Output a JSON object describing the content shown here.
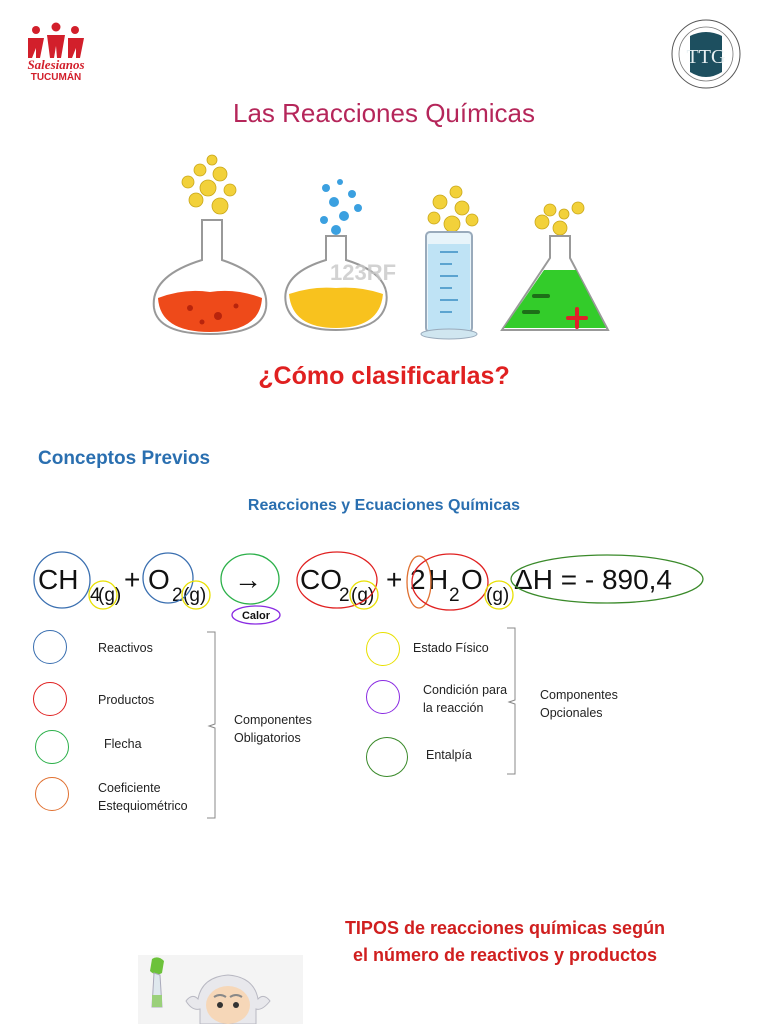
{
  "logos": {
    "left_line1": "Salesianos",
    "left_line2": "TUCUMÁN",
    "right_letters": "TTG"
  },
  "title": "Las Reacciones Químicas",
  "watermark": "123RF",
  "question": "¿Cómo clasificarlas?",
  "section_heading": "Conceptos Previos",
  "subheading": "Reacciones y Ecuaciones Químicas",
  "equation": {
    "ch": "CH",
    "four": "4",
    "g1": "(g)",
    "plus1": "+",
    "o": "O",
    "two1": "2",
    "g2": "(g)",
    "arrow": "→",
    "calor": "Calor",
    "co": "CO",
    "two2": "2",
    "g3": "(g)",
    "plus2": "+",
    "coef": "2",
    "h": "H",
    "two3": "2",
    "o2": "O",
    "g4": "(g)",
    "enthalpy": "ΔH = - 890,4"
  },
  "legend_left": {
    "items": [
      "Reactivos",
      "Productos",
      "Flecha",
      "Coeficiente Estequiométrico"
    ],
    "group": "Componentes Obligatorios"
  },
  "legend_right": {
    "items": [
      "Estado Físico",
      "Condición para la reacción",
      "Entalpía"
    ],
    "group": "Componentes Opcionales"
  },
  "tipos": "TIPOS de reacciones químicas según el número de reactivos y productos",
  "colors": {
    "title": "#b5265a",
    "question": "#e02020",
    "heading": "#2a6fb0",
    "reactivos": "#3a6fb0",
    "productos": "#e02020",
    "flecha": "#2cb04a",
    "coeficiente": "#e07030",
    "estado": "#e8e000",
    "condicion": "#8a2be2",
    "entalpia": "#3a8a2a"
  }
}
